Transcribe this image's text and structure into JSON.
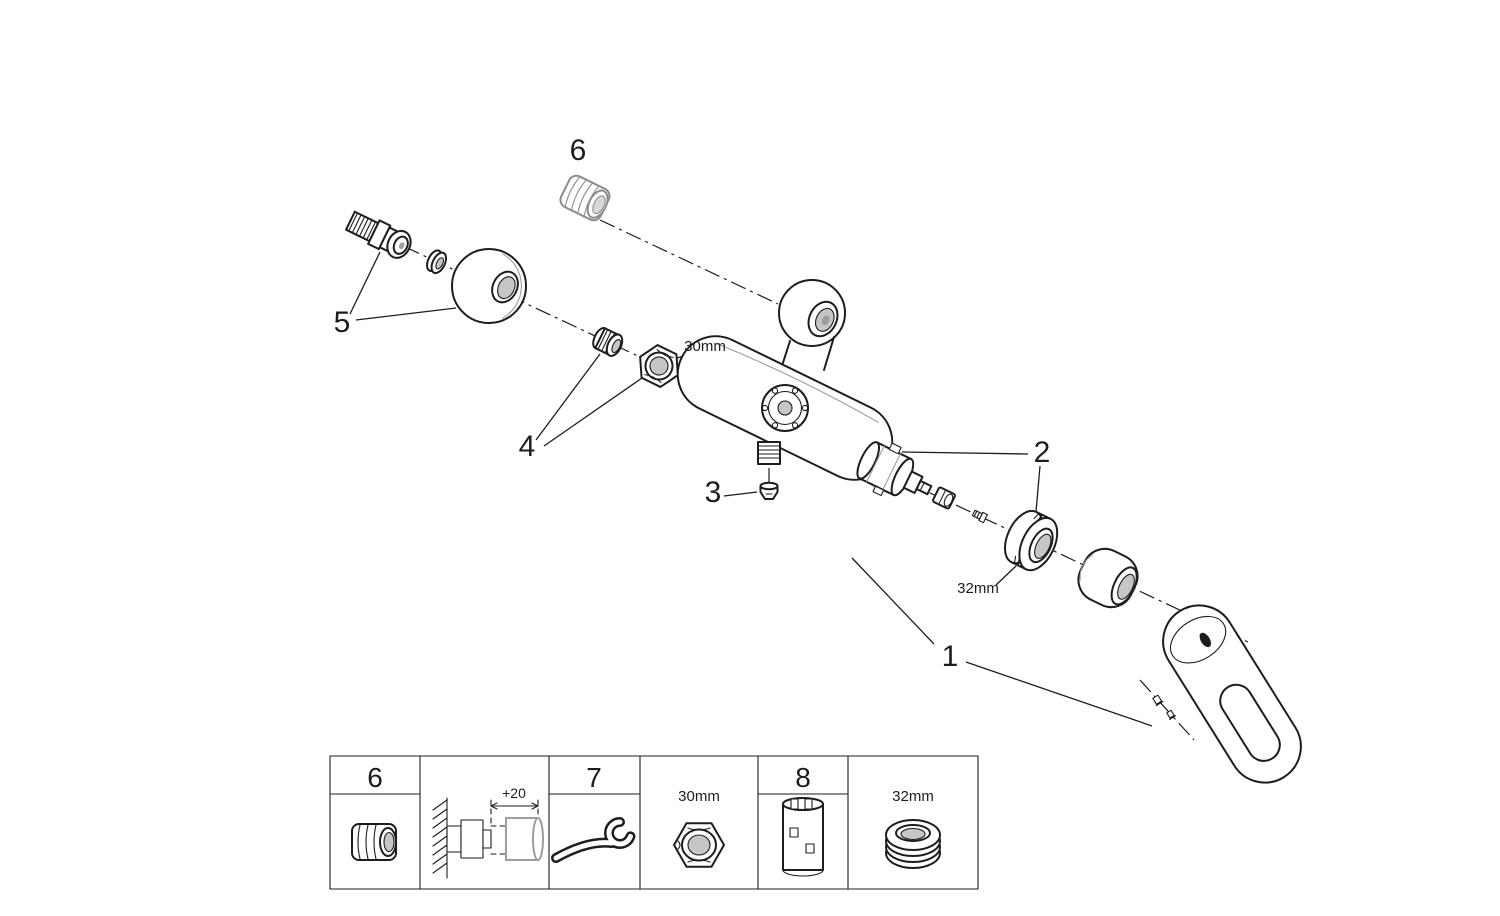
{
  "colors": {
    "line": "#1d1d1b",
    "mid_gray": "#9d9d9c",
    "light_gray": "#c6c6c6",
    "background": "#ffffff"
  },
  "callouts": {
    "part1": "1",
    "part2": "2",
    "part3": "3",
    "part4": "4",
    "part5": "5",
    "part6": "6"
  },
  "dimensions": {
    "body_nut": "30mm",
    "cartridge_ring": "32mm"
  },
  "legend": {
    "cell_plug_label": "6",
    "wall_offset": "+20",
    "cell_wrench_label": "7",
    "nut_size": "30mm",
    "cell_tool_label": "8",
    "ring_size": "32mm"
  }
}
